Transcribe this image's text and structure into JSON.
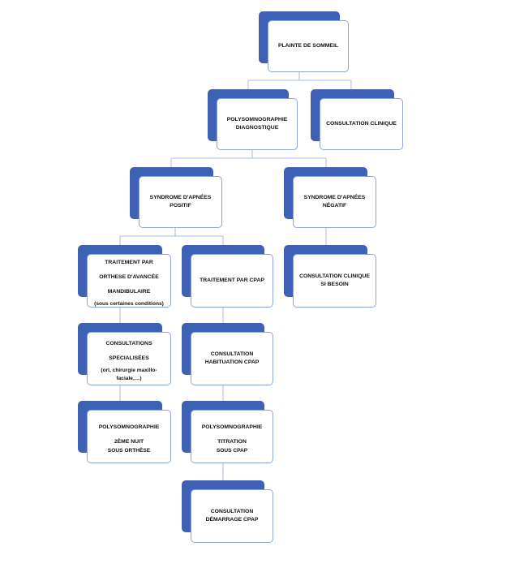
{
  "colors": {
    "accent": "#3f61b5",
    "box_border": "#8fa6cc",
    "connector": "#a9bbd9"
  },
  "nodes": {
    "plainte": {
      "label": "PLAINTE DE SOMMEIL"
    },
    "psg_diag": {
      "label": "POLYSOMNOGRAPHIE DIAGNOSTIQUE"
    },
    "consult_clinique": {
      "label": "CONSULTATION CLINIQUE"
    },
    "sas_positif": {
      "label": "SYNDROME D'APNÉES POSITIF"
    },
    "sas_negatif": {
      "label": "SYNDROME D'APNÉES NÉGATIF"
    },
    "traitement_orthese": {
      "label": "TRAITEMENT PAR ORTHESE D'AVANCÉE MANDIBULAIRE",
      "note": "(sous certaines conditions)"
    },
    "traitement_cpap": {
      "label": "TRAITEMENT PAR CPAP"
    },
    "consult_si_besoin": {
      "label": "CONSULTATION CLINIQUE SI BESOIN"
    },
    "consult_specialisees": {
      "label": "CONSULTATIONS SPECIALISÉES",
      "note": "(orl, chirurgie maxillo-faciale,…)"
    },
    "consult_habituation": {
      "label": "CONSULTATION HABITUATION CPAP"
    },
    "psg_2eme_nuit": {
      "label": "POLYSOMNOGRAPHIE 2ÈME NUIT",
      "note": "SOUS ORTHÈSE"
    },
    "psg_titration": {
      "label": "POLYSOMNOGRAPHIE TITRATION",
      "note": "SOUS CPAP"
    },
    "consult_demarrage": {
      "label": "CONSULTATION DÉMARRAGE CPAP"
    }
  }
}
